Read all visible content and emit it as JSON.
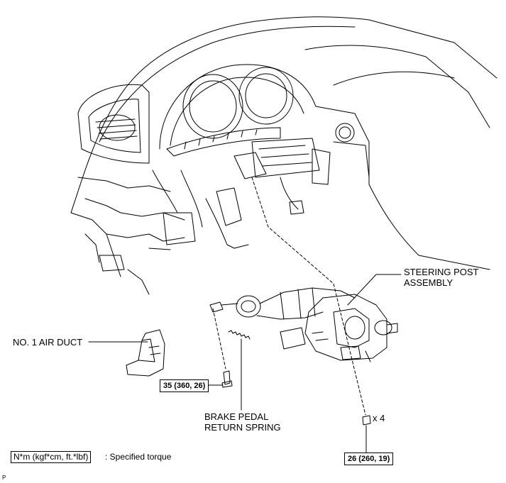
{
  "labels": {
    "steering_post_line1": "STEERING POST",
    "steering_post_line2": "ASSEMBLY",
    "air_duct": "NO. 1 AIR DUCT",
    "brake_spring_line1": "BRAKE PEDAL",
    "brake_spring_line2": "RETURN SPRING",
    "qty": "x 4"
  },
  "torque": {
    "bolt_left": "35 (360, 26)",
    "bolt_right": "26 (260, 19)"
  },
  "legend": {
    "unit": "N*m (kgf*cm, ft.*lbf)",
    "text": ": Specified torque"
  },
  "corner_mark": "P"
}
